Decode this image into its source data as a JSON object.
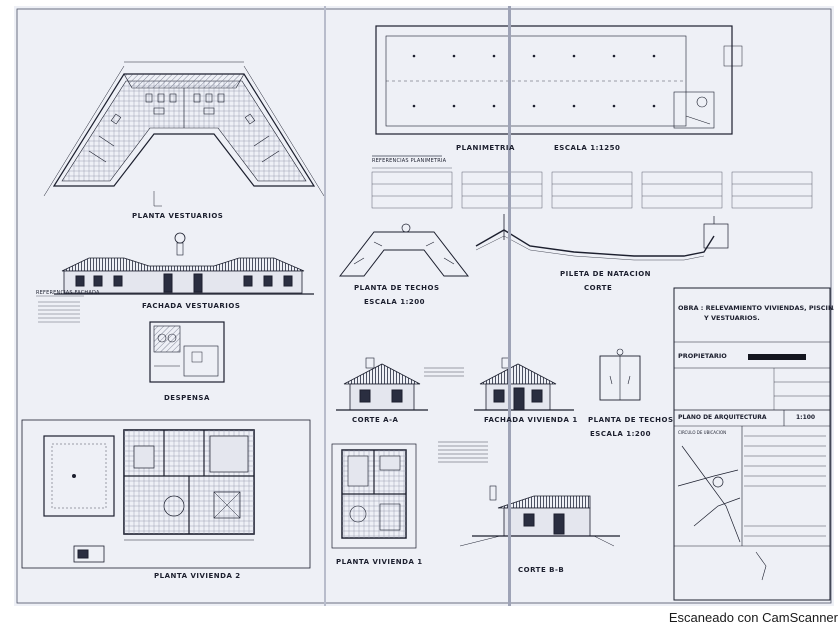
{
  "labels": {
    "planta_vestuarios": "PLANTA VESTUARIOS",
    "fachada_vestuarios": "FACHADA VESTUARIOS",
    "despensa": "DESPENSA",
    "planta_vivienda_2": "PLANTA VIVIENDA 2",
    "planimetria": "PLANIMETRIA",
    "planimetria_escala": "ESCALA 1:1250",
    "referencias_planimetria": "REFERENCIAS PLANIMETRIA",
    "planta_techos_1": "PLANTA DE TECHOS",
    "escala_200_1": "ESCALA 1:200",
    "pileta": "PILETA DE NATACION",
    "pileta_corte": "CORTE",
    "corte_aa": "CORTE A-A",
    "fachada_vivienda_1": "FACHADA VIVIENDA 1",
    "planta_techos_2": "PLANTA DE TECHOS",
    "escala_200_2": "ESCALA 1:200",
    "planta_vivienda_1": "PLANTA VIVIENDA 1",
    "corte_bb": "CORTE B-B",
    "referencias_fachada": "REFERENCIAS FACHADA"
  },
  "title_block": {
    "obra": "OBRA : RELEVAMIENTO VIVIENDAS, PISCINA",
    "obra_2": "Y VESTUARIOS.",
    "propietario": "PROPIETARIO",
    "plano": "PLANO DE ARQUITECTURA",
    "escala": "1:100",
    "circulo": "CIRCULO DE UBICACION"
  },
  "watermark": "Escaneado con CamScanner",
  "colors": {
    "paper": "#eef0f6",
    "ink": "#1c1f2e",
    "hatch": "#5a6075"
  }
}
